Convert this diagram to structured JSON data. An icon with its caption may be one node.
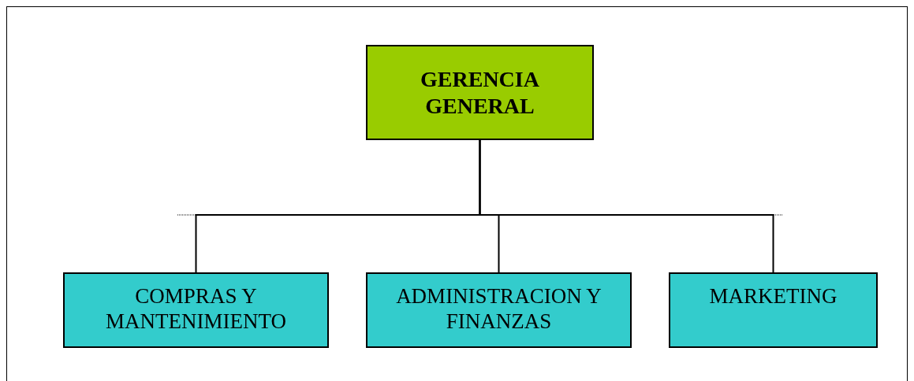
{
  "diagram": {
    "nodes": [
      {
        "text": [
          "GERENCIA GENERAL"
        ]
      },
      {
        "text": [
          "COMPRAS Y MANTENIMIENTO"
        ]
      },
      {
        "text": [
          "ADMINISTRACION Y FINANZAS"
        ]
      },
      {
        "text": [
          "MARKETING"
        ]
      }
    ],
    "edges": [
      {
        "from": 0,
        "to": 1,
        "arrow": "none"
      },
      {
        "from": 0,
        "to": 2,
        "arrow": "none"
      },
      {
        "from": 0,
        "to": 3,
        "arrow": "none"
      }
    ]
  }
}
